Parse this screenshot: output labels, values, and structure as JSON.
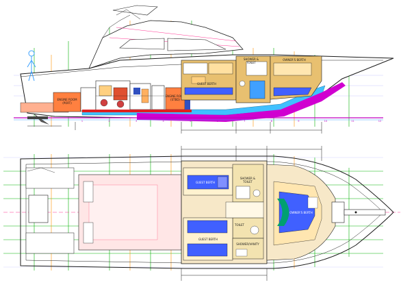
{
  "profile": {
    "labels": {
      "engine_port": "ENGINE ROOM\n(PORT)",
      "engine_stbd": "ENGINE ROOM\n(STBD)",
      "guest_berth": "GUEST BERTH",
      "shower_toilet": "SHOWER &\nTOILET",
      "owners_berth": "OWNER'S BERTH"
    },
    "station_ticks": [
      "1",
      "2",
      "3",
      "4",
      "5",
      "6",
      "7",
      "8",
      "9",
      "10",
      "11",
      "12"
    ]
  },
  "plan": {
    "labels": {
      "guest_berth_upper": "GUEST BERTH",
      "shower_toilet": "SHOWER &\nTOILET",
      "owners_berth": "OWNER'S BERTH",
      "toilet": "TOILET",
      "guest_berth_lower": "GUEST BERTH",
      "shower_vanity": "SHOWER/VANITY"
    }
  },
  "colors": {
    "hull_outline": "#1a1a1a",
    "waterline": "#c000c0",
    "bilge": "#40c0ff",
    "engine": "#ff8040",
    "cabin_wood": "#e8c070",
    "cabin_blue": "#4060ff",
    "grid_green": "#00a000",
    "grid_orange": "#ff8000"
  }
}
